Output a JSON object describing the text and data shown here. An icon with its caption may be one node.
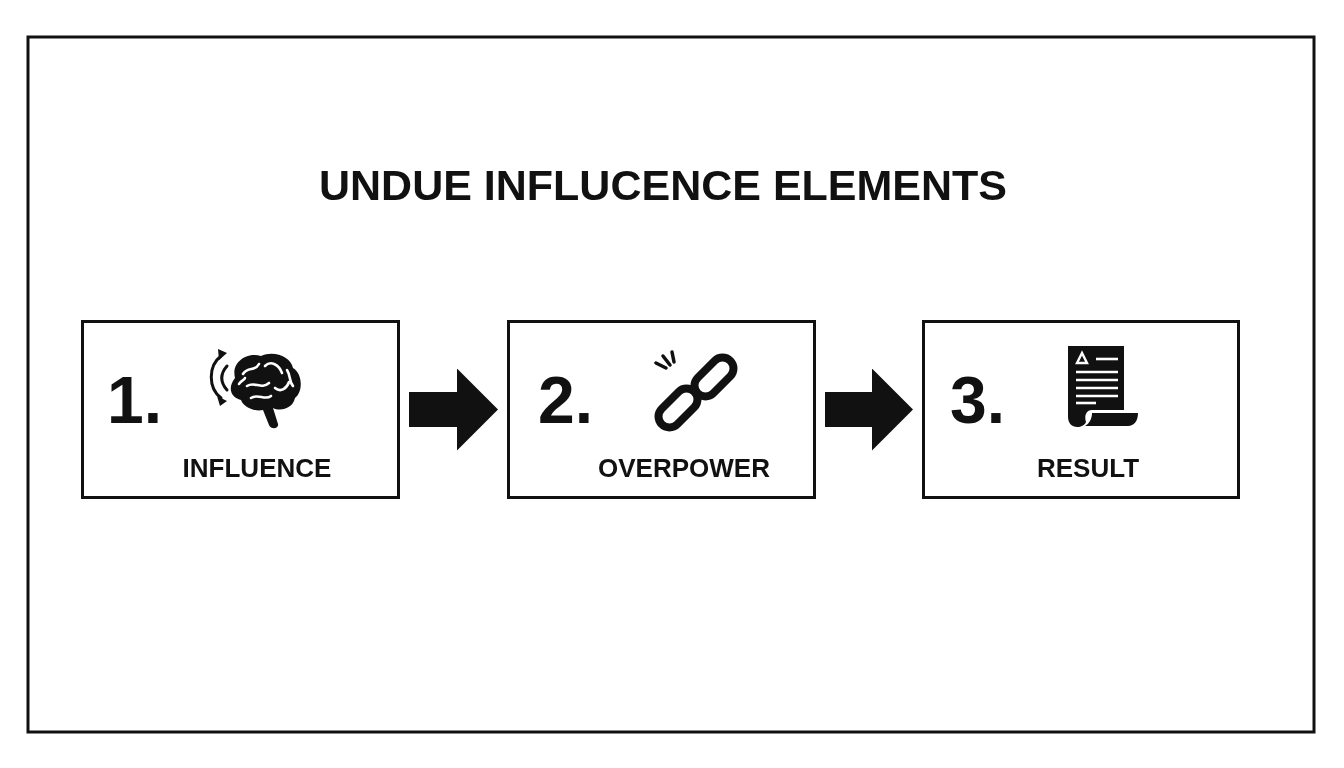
{
  "diagram": {
    "title": "UNDUE INFLUCENCE ELEMENTS",
    "nodes": [
      {
        "text": [
          "1.",
          "INFLUENCE"
        ]
      },
      {
        "text": [
          "2.",
          "OVERPOWER"
        ]
      },
      {
        "text": [
          "3.",
          "RESULT"
        ]
      }
    ],
    "edges": [
      {
        "from": 0,
        "to": 1,
        "arrow": "to"
      },
      {
        "from": 1,
        "to": 2,
        "arrow": "to"
      }
    ]
  }
}
